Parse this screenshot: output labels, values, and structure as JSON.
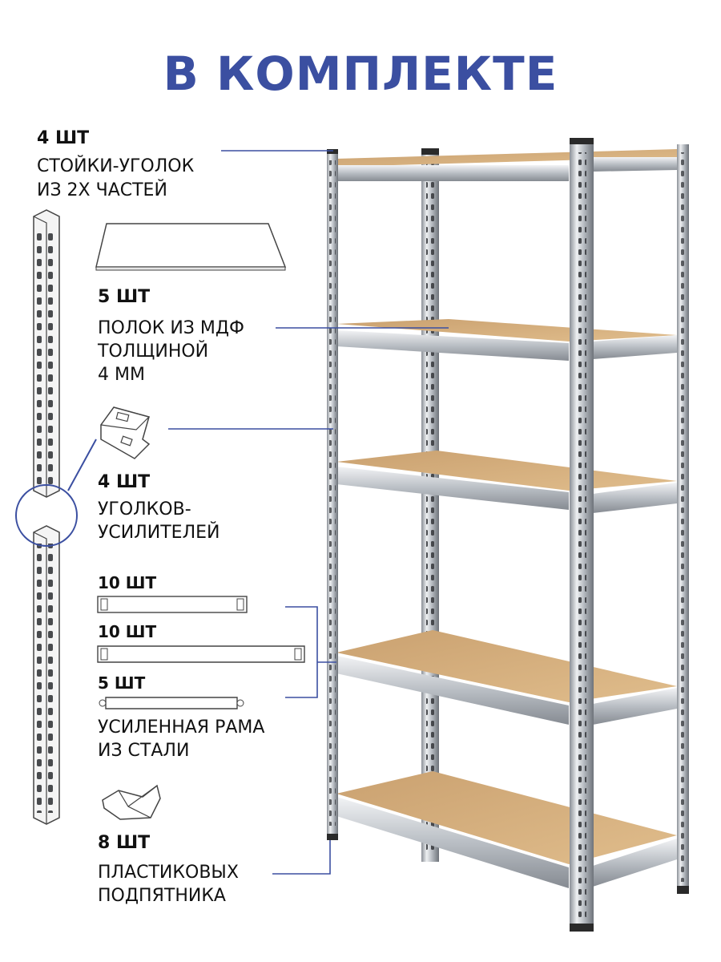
{
  "title": "В КОМПЛЕКТЕ",
  "accent": "#3b4fa1",
  "items": {
    "posts": {
      "qty": "4 ШТ",
      "line1": "СТОЙКИ-УГОЛОК",
      "line2": "ИЗ 2Х ЧАСТЕЙ"
    },
    "shelves": {
      "qty": "5 ШТ",
      "line1": "ПОЛОК ИЗ МДФ",
      "line2": "ТОЛЩИНОЙ",
      "line3": "4 ММ"
    },
    "brackets": {
      "qty": "4 ШТ",
      "line1": "УГОЛКОВ-",
      "line2": "УСИЛИТЕЛЕЙ"
    },
    "frame": {
      "qty_a": "10 ШТ",
      "qty_b": "10 ШТ",
      "qty_c": "5 ШТ",
      "line1": "УСИЛЕННАЯ РАМА",
      "line2": "ИЗ СТАЛИ"
    },
    "feet": {
      "qty": "8 ШТ",
      "line1": "ПЛАСТИКОВЫХ",
      "line2": "ПОДПЯТНИКА"
    }
  }
}
